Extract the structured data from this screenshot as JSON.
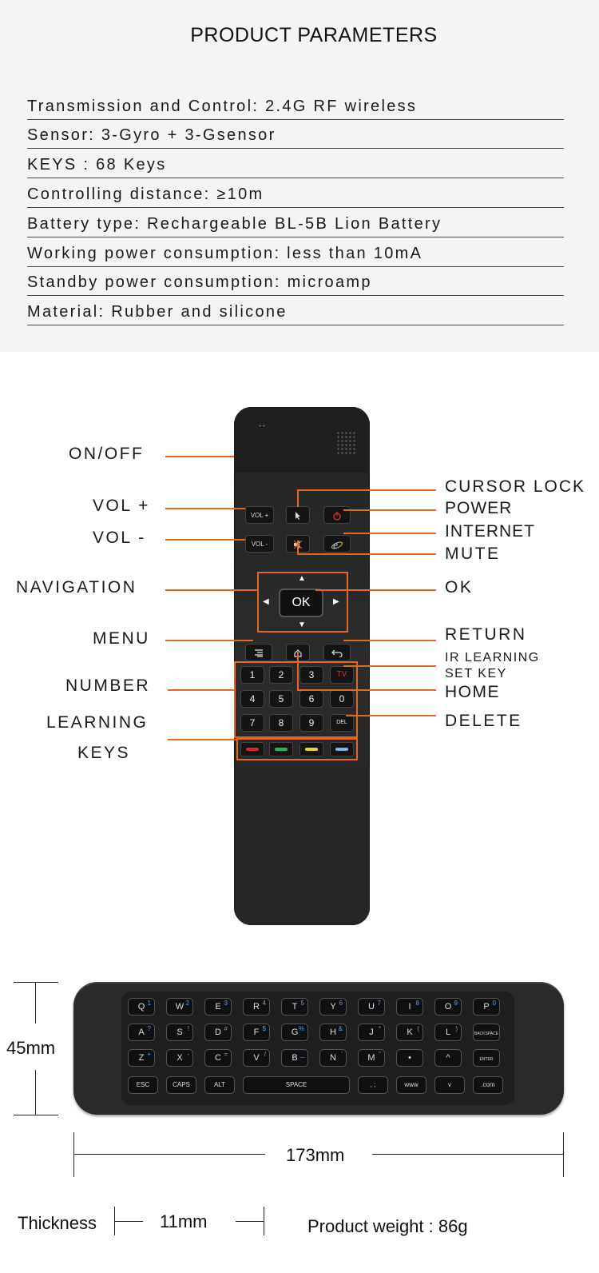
{
  "title": "PRODUCT PARAMETERS",
  "params": [
    "Transmission and Control: 2.4G RF wireless",
    "Sensor: 3-Gyro + 3-Gsensor",
    "KEYS : 68 Keys",
    "Controlling distance: ≥10m",
    "Battery type: Rechargeable BL-5B Lion Battery",
    "Working power consumption: less than 10mA",
    "Standby power consumption: microamp",
    "Material: Rubber and silicone"
  ],
  "left_labels": {
    "on_off": "ON/OFF",
    "vol_up": "VOL +",
    "vol_down": "VOL -",
    "navigation": "NAVIGATION",
    "menu": "MENU",
    "number": "NUMBER",
    "learning": "LEARNING",
    "keys": "KEYS"
  },
  "right_labels": {
    "cursor_lock": "CURSOR LOCK",
    "power": "POWER",
    "internet": "INTERNET",
    "mute": "MUTE",
    "ok": "OK",
    "return": "RETURN",
    "ir_learning": "IR LEARNING",
    "set_key": "SET KEY",
    "home": "HOME",
    "delete": "DELETE"
  },
  "remote_keys": {
    "vol_up": "VOL +",
    "vol_down": "VOL -",
    "ok": "OK",
    "tv": "TV",
    "del": "DEL",
    "numbers": [
      "1",
      "2",
      "3",
      "4",
      "5",
      "6",
      "7",
      "8",
      "9",
      "0"
    ]
  },
  "learning_key_colors": [
    "#d22b2b",
    "#2bb55a",
    "#e3d72a",
    "#7fb8e8"
  ],
  "accent_color": "#e4681d",
  "keyboard_rows": [
    [
      [
        "Q",
        "1"
      ],
      [
        "W",
        "2"
      ],
      [
        "E",
        "3"
      ],
      [
        "R",
        "4"
      ],
      [
        "T",
        "5"
      ],
      [
        "Y",
        "6"
      ],
      [
        "U",
        "7"
      ],
      [
        "I",
        "8"
      ],
      [
        "O",
        "9"
      ],
      [
        "P",
        "0"
      ]
    ],
    [
      [
        "A",
        "?"
      ],
      [
        "S",
        "!"
      ],
      [
        "D",
        "#"
      ],
      [
        "F",
        "$"
      ],
      [
        "G",
        "%"
      ],
      [
        "H",
        "&"
      ],
      [
        "J",
        "*"
      ],
      [
        "K",
        "("
      ],
      [
        "L",
        ")"
      ],
      [
        "BACKSPACE",
        ""
      ]
    ],
    [
      [
        "Z",
        "+"
      ],
      [
        "X",
        "-"
      ],
      [
        "C",
        "="
      ],
      [
        "V",
        "/"
      ],
      [
        "B",
        "_"
      ],
      [
        "N",
        "'"
      ],
      [
        "M",
        "\""
      ],
      [
        "•",
        ""
      ],
      [
        "^",
        ""
      ],
      [
        "ENTER",
        ""
      ]
    ]
  ],
  "keyboard_bottom": {
    "esc": "ESC",
    "caps": "CAPS",
    "alt": "ALT",
    "space": "SPACE",
    "www": "www",
    "com": ".com"
  },
  "dimensions": {
    "height": "45mm",
    "width": "173mm",
    "thickness_label": "Thickness",
    "thickness": "11mm",
    "weight": "Product weight : 86g"
  }
}
